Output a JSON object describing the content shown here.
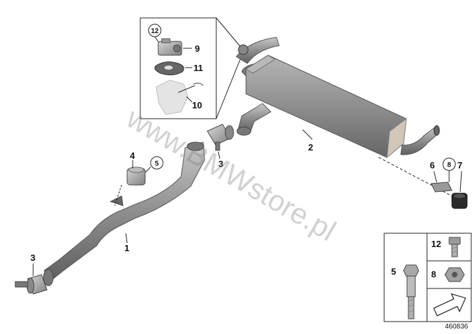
{
  "callouts": {
    "c1": "1",
    "c2": "2",
    "c3a": "3",
    "c3b": "3",
    "c4": "4",
    "c5": "5",
    "c6": "6",
    "c7": "7",
    "c8": "8",
    "c9": "9",
    "c10": "10",
    "c11": "11",
    "c12": "12",
    "t12": "12",
    "t5": "5",
    "t8": "8"
  },
  "watermark": "www.BMWstore.pl",
  "reference": "460836",
  "colors": {
    "pipe": "#8f8f8f",
    "pipe_dark": "#5e5e5e",
    "pipe_light": "#c4c4c4",
    "line": "#222222"
  }
}
